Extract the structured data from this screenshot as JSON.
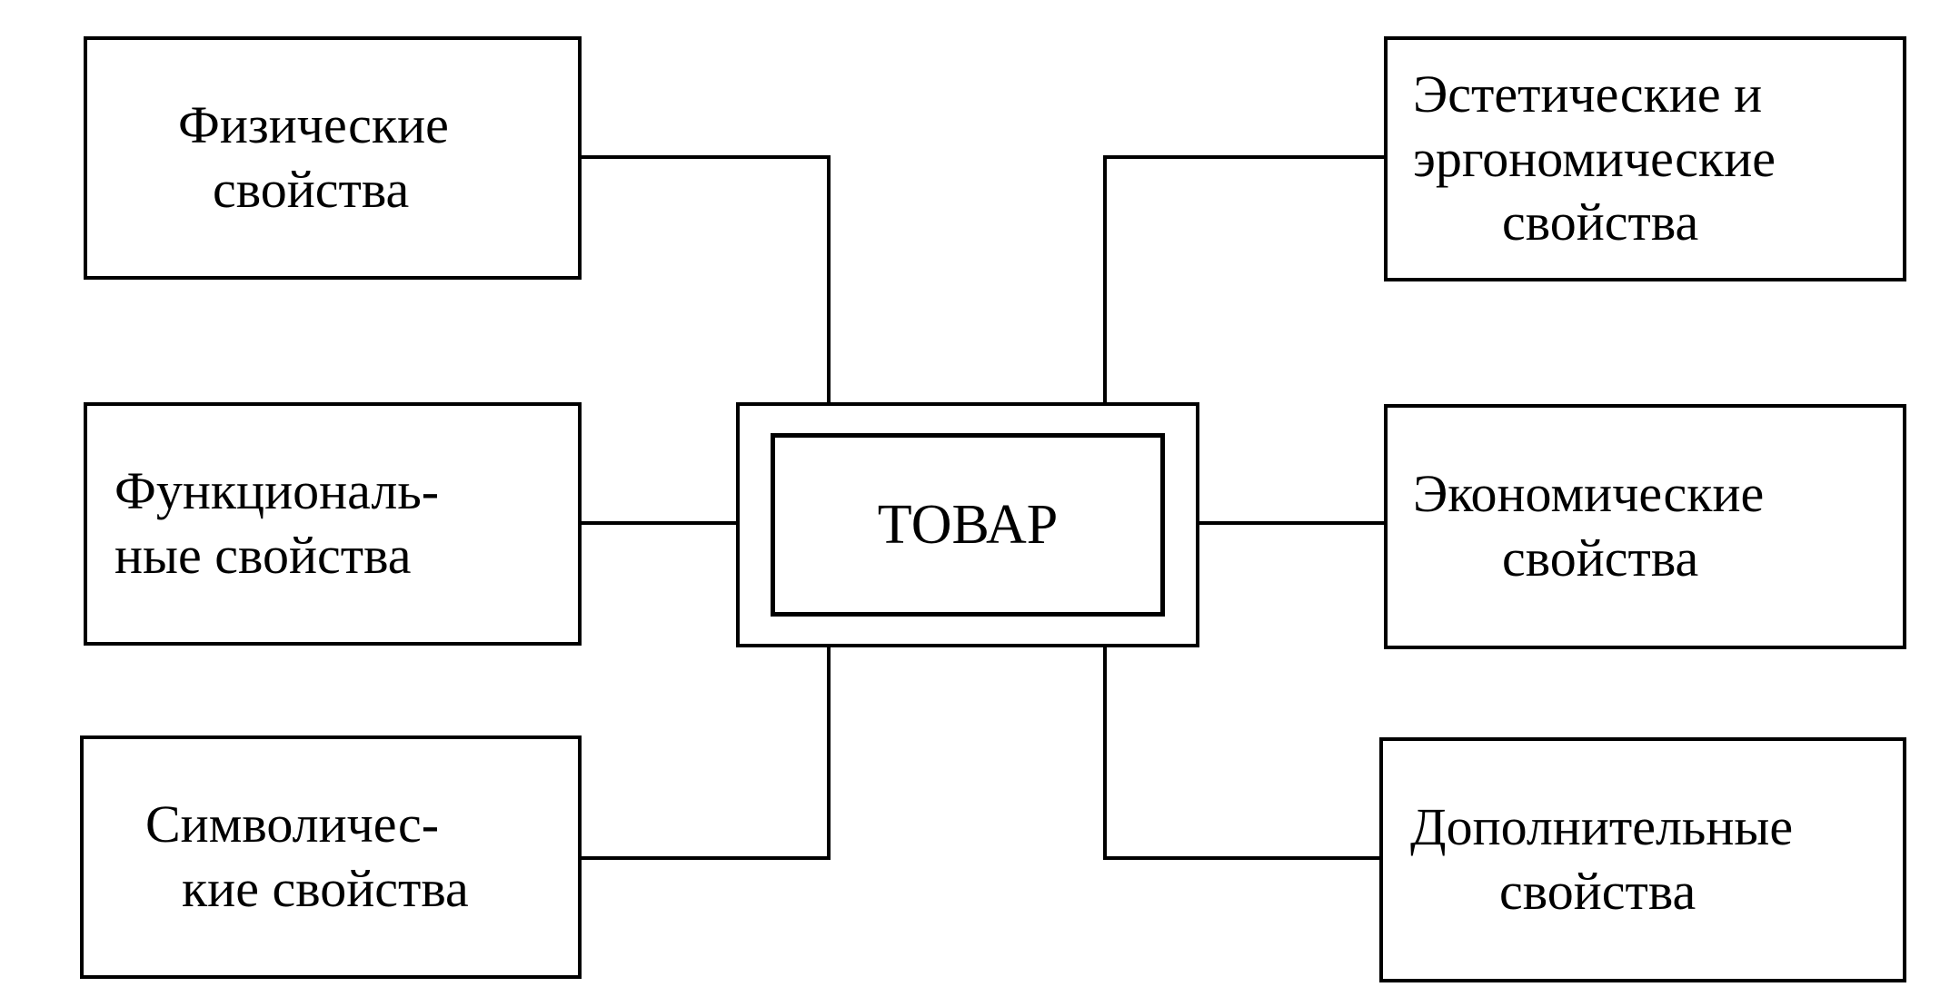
{
  "center": {
    "label": "ТОВАР"
  },
  "left_boxes": {
    "physical": {
      "lines": [
        "Физические",
        "свойства"
      ]
    },
    "functional": {
      "lines": [
        "Функциональ-",
        "ные свойства"
      ]
    },
    "symbolic": {
      "lines": [
        "Символичес-",
        "кие свойства"
      ]
    }
  },
  "right_boxes": {
    "aesthetic": {
      "lines": [
        "Эстетические и",
        "эргономические",
        "свойства"
      ]
    },
    "economic": {
      "lines": [
        "Экономические",
        "свойства"
      ]
    },
    "additional": {
      "lines": [
        "Дополнительные",
        "свойства"
      ]
    }
  },
  "colors": {
    "stroke": "#000000",
    "background": "#ffffff"
  }
}
